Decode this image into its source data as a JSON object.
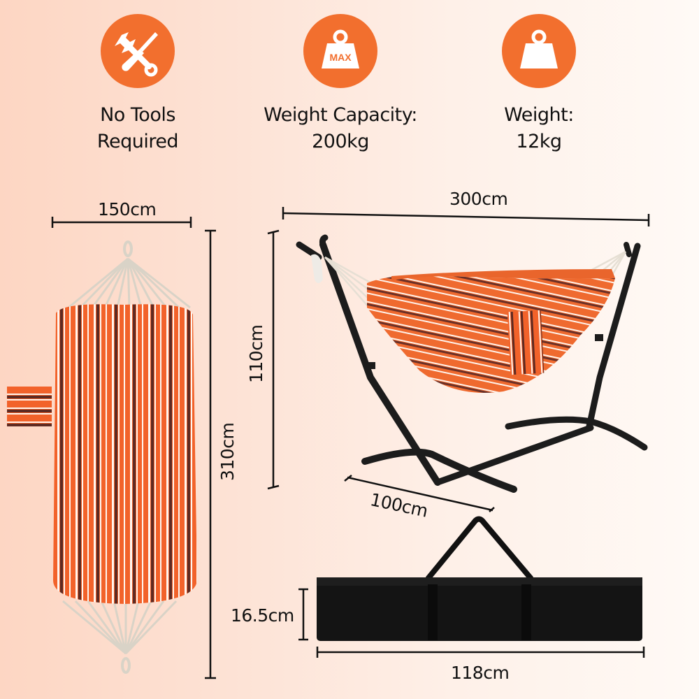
{
  "features": [
    {
      "icon": "tools-icon",
      "line1": "No Tools",
      "line2": "Required"
    },
    {
      "icon": "max-weight-icon",
      "icon_text": "MAX",
      "line1": "Weight Capacity:",
      "line2": "200kg"
    },
    {
      "icon": "weight-icon",
      "line1": "Weight:",
      "line2": "12kg"
    }
  ],
  "dimensions": {
    "hammock_width": "150cm",
    "hammock_length": "310cm",
    "stand_length": "300cm",
    "stand_height": "110cm",
    "stand_depth": "100cm",
    "bag_height": "16.5cm",
    "bag_length": "118cm"
  },
  "colors": {
    "accent": "#f26f2e",
    "stripe_orange": "#f2622a",
    "stripe_brown": "#5e2a22",
    "frame_black": "#1c1c1c",
    "rope": "#d9d3c7"
  }
}
